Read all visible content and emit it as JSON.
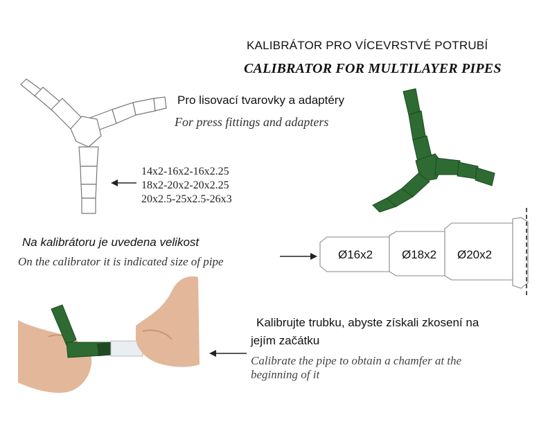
{
  "title": {
    "cz": "KALIBRÁTOR PRO VÍCEVRSTVÉ POTRUBÍ",
    "en": "CALIBRATOR FOR MULTILAYER PIPES"
  },
  "press": {
    "cz": "Pro lisovací tvarovky a adaptéry",
    "en": "For press fittings and adapters"
  },
  "sizes": [
    "14x2-16x2-16x2.25",
    "18x2-20x2-20x2.25",
    "20x2.5-25x2.5-26x3"
  ],
  "indicated": {
    "cz": "Na kalibrátoru je uvedena velikost",
    "en": "On the calibrator it is indicated size of pipe"
  },
  "diagram_segments": [
    "Ø16x2",
    "Ø18x2",
    "Ø20x2"
  ],
  "calibrate": {
    "cz_line1": "Kalibrujte trubku, abyste získali zkosení na",
    "cz_line2": "jejím začátku",
    "en_line1": "Calibrate the pipe to obtain a chamfer at the",
    "en_line2": "beginning of it"
  },
  "colors": {
    "tool_green": "#2e6b32",
    "outline": "#777777",
    "skin": "#e3b79a"
  }
}
